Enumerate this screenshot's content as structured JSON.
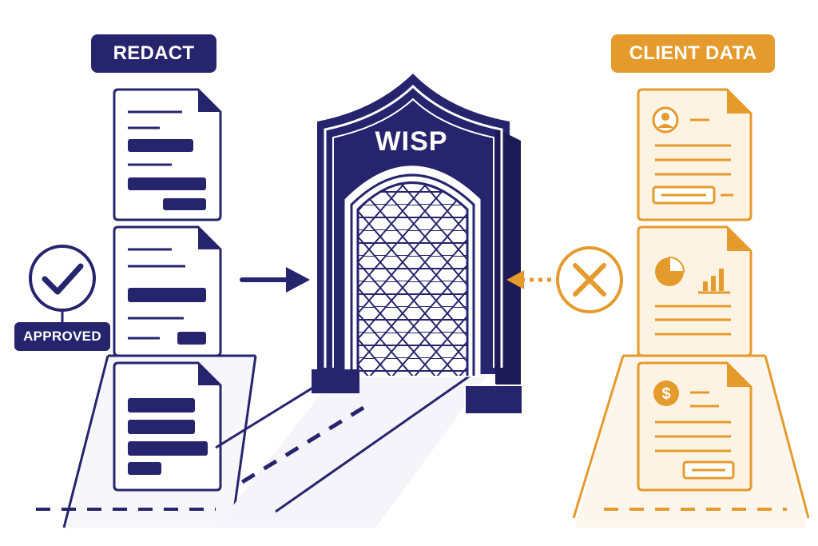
{
  "labels": {
    "redact": "REDACT",
    "client_data": "CLIENT DATA",
    "approved": "APPROVED",
    "gate": "WISP"
  },
  "icons": {
    "approved": "checkmark-circle-icon",
    "rejected": "x-circle-icon",
    "client_avatar": "user-avatar-icon",
    "client_chart": "pie-bar-chart-icon",
    "client_money": "dollar-icon"
  },
  "colors": {
    "navy": "#27246e",
    "gold": "#e59a2c",
    "gold_fill": "#fdf3e3",
    "white": "#ffffff"
  }
}
